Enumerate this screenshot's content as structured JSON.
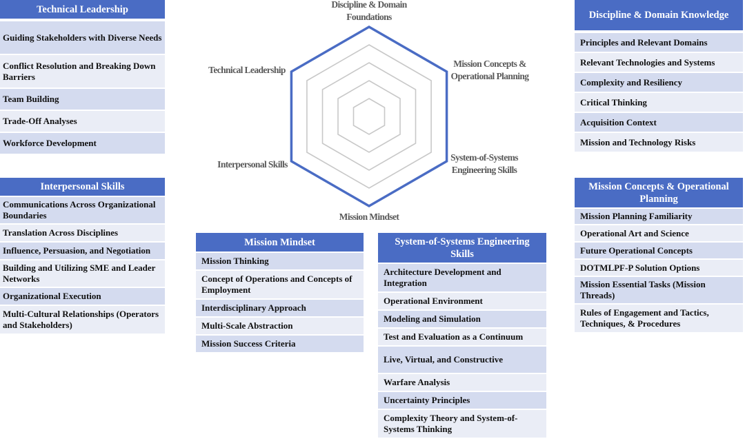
{
  "radar": {
    "axes": [
      {
        "lines": [
          "Discipline & Domain",
          "Foundations"
        ]
      },
      {
        "lines": [
          "Mission Concepts &",
          "Operational Planning"
        ]
      },
      {
        "lines": [
          "System-of-Systems",
          "Engineering Skills"
        ]
      },
      {
        "lines": [
          "Mission Mindset"
        ]
      },
      {
        "lines": [
          "Interpersonal Skills"
        ]
      },
      {
        "lines": [
          "Technical Leadership"
        ]
      }
    ],
    "rings": 5,
    "colors": {
      "outer": "#4a6cc4",
      "grid": "#c8c8c8"
    }
  },
  "panels": {
    "tl": {
      "title": "Technical Leadership",
      "items": [
        "Guiding Stakeholders with Diverse Needs",
        "Conflict Resolution and Breaking Down Barriers",
        "Team Building",
        "Trade-Off Analyses",
        "Workforce Development"
      ]
    },
    "is": {
      "title": "Interpersonal Skills",
      "items": [
        "Communications Across Organizational Boundaries",
        "Translation Across Disciplines",
        "Influence, Persuasion, and Negotiation",
        "Building and Utilizing SME and Leader Networks",
        "Organizational Execution",
        "Multi-Cultural Relationships (Operators and Stakeholders)"
      ]
    },
    "mm": {
      "title": "Mission Mindset",
      "items": [
        "Mission Thinking",
        "Concept of Operations and Concepts of Employment",
        "Interdisciplinary Approach",
        "Multi-Scale Abstraction",
        "Mission Success Criteria"
      ]
    },
    "sos": {
      "title": "System-of-Systems Engineering Skills",
      "items": [
        "Architecture Development and Integration",
        "Operational Environment",
        "Modeling and Simulation",
        "Test and Evaluation as a Continuum",
        "Live, Virtual, and Constructive",
        "Warfare Analysis",
        "Uncertainty Principles",
        "Complexity Theory and System-of-Systems Thinking"
      ]
    },
    "dd": {
      "title": "Discipline & Domain Knowledge",
      "items": [
        "Principles and Relevant Domains",
        "Relevant Technologies and Systems",
        "Complexity and Resiliency",
        "Critical Thinking",
        "Acquisition Context",
        "Mission and Technology Risks"
      ]
    },
    "mc": {
      "title": "Mission Concepts & Operational Planning",
      "items": [
        "Mission Planning Familiarity",
        "Operational Art and Science",
        "Future Operational Concepts",
        "DOTMLPF-P Solution Options",
        "Mission Essential Tasks (Mission Threads)",
        "Rules of Engagement and Tactics, Techniques, & Procedures"
      ]
    }
  }
}
